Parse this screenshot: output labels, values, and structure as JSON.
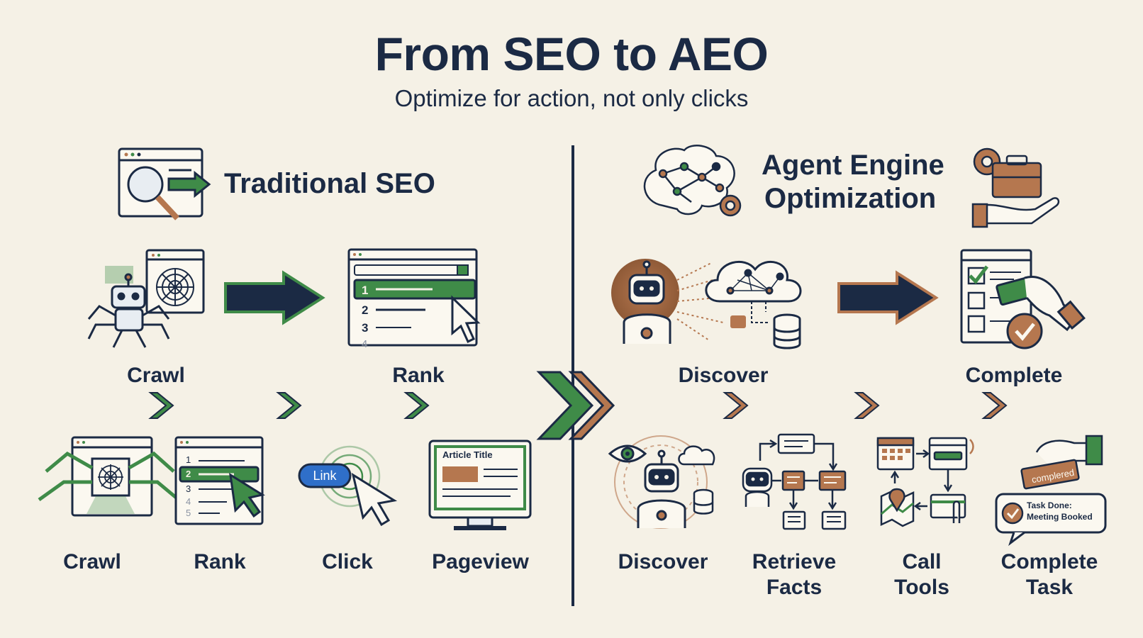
{
  "title": "From SEO to AEO",
  "subtitle": "Optimize for action, not only clicks",
  "seo": {
    "heading": "Traditional SEO",
    "top_steps": [
      "Crawl",
      "Rank"
    ],
    "bottom_steps": [
      "Crawl",
      "Rank",
      "Click",
      "Pageview"
    ],
    "rank_numbers": [
      "1",
      "2",
      "3",
      "4"
    ],
    "small_rank_numbers": [
      "1",
      "2",
      "3",
      "4",
      "5"
    ],
    "link_badge": "Link",
    "article_title": "Article Title"
  },
  "aeo": {
    "heading_line1": "Agent Engine",
    "heading_line2": "Optimization",
    "top_steps": [
      "Discover",
      "Complete"
    ],
    "bottom_steps": [
      {
        "line1": "Discover",
        "line2": ""
      },
      {
        "line1": "Retrieve",
        "line2": "Facts"
      },
      {
        "line1": "Call",
        "line2": "Tools"
      },
      {
        "line1": "Complete",
        "line2": "Task"
      }
    ],
    "stamp_text": "complered",
    "task_done_line1": "Task Done:",
    "task_done_line2": "Meeting Booked"
  },
  "colors": {
    "navy": "#1b2a44",
    "green": "#3f8b48",
    "copper": "#b5774f",
    "background": "#f5f1e6"
  }
}
